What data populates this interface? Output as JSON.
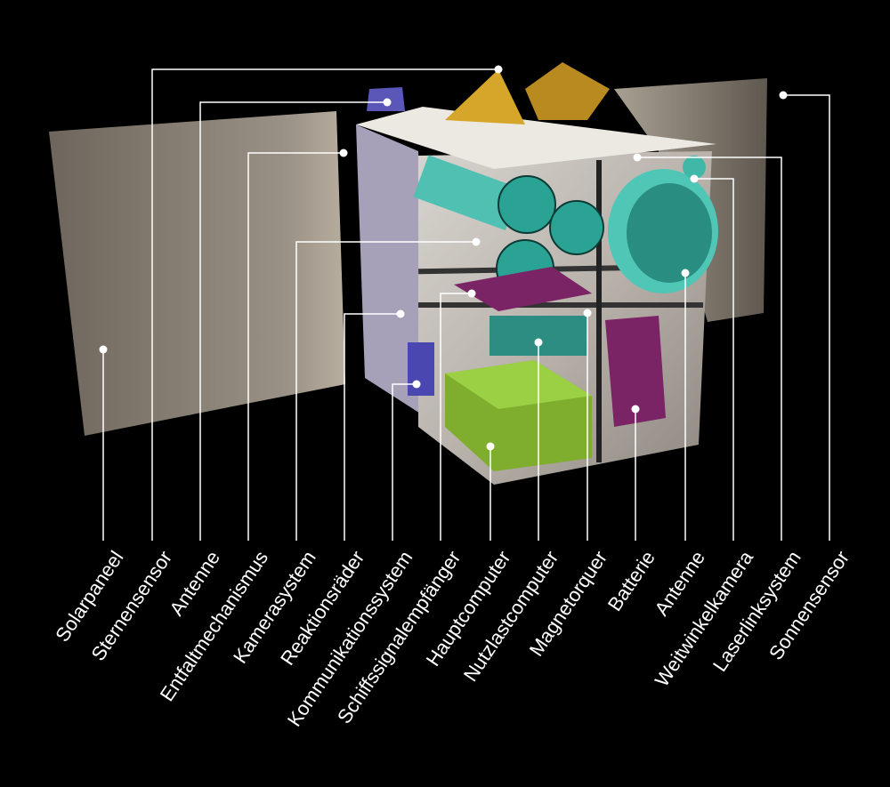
{
  "labels": [
    "Solarpaneel",
    "Sternensensor",
    "Antenne",
    "Entfaltmechanismus",
    "Kamerasystem",
    "Reaktionsräder",
    "Kommunikationssystem",
    "Schiffssignalempfänger",
    "Hauptcomputer",
    "Nutzlastcomputer",
    "Magnetorquer",
    "Batterie",
    "Antenne",
    "Weitwinkelkamera",
    "Laserlinksystem",
    "Sonnensensor"
  ],
  "colors": {
    "background": "#000000",
    "panel": "#8a8074",
    "body": "#c9c3bb",
    "teal": "#3fb8a8",
    "magenta": "#7a2466",
    "green": "#7fae2e",
    "gold": "#d6a62a",
    "blue": "#4a47b0",
    "line": "#ffffff"
  }
}
